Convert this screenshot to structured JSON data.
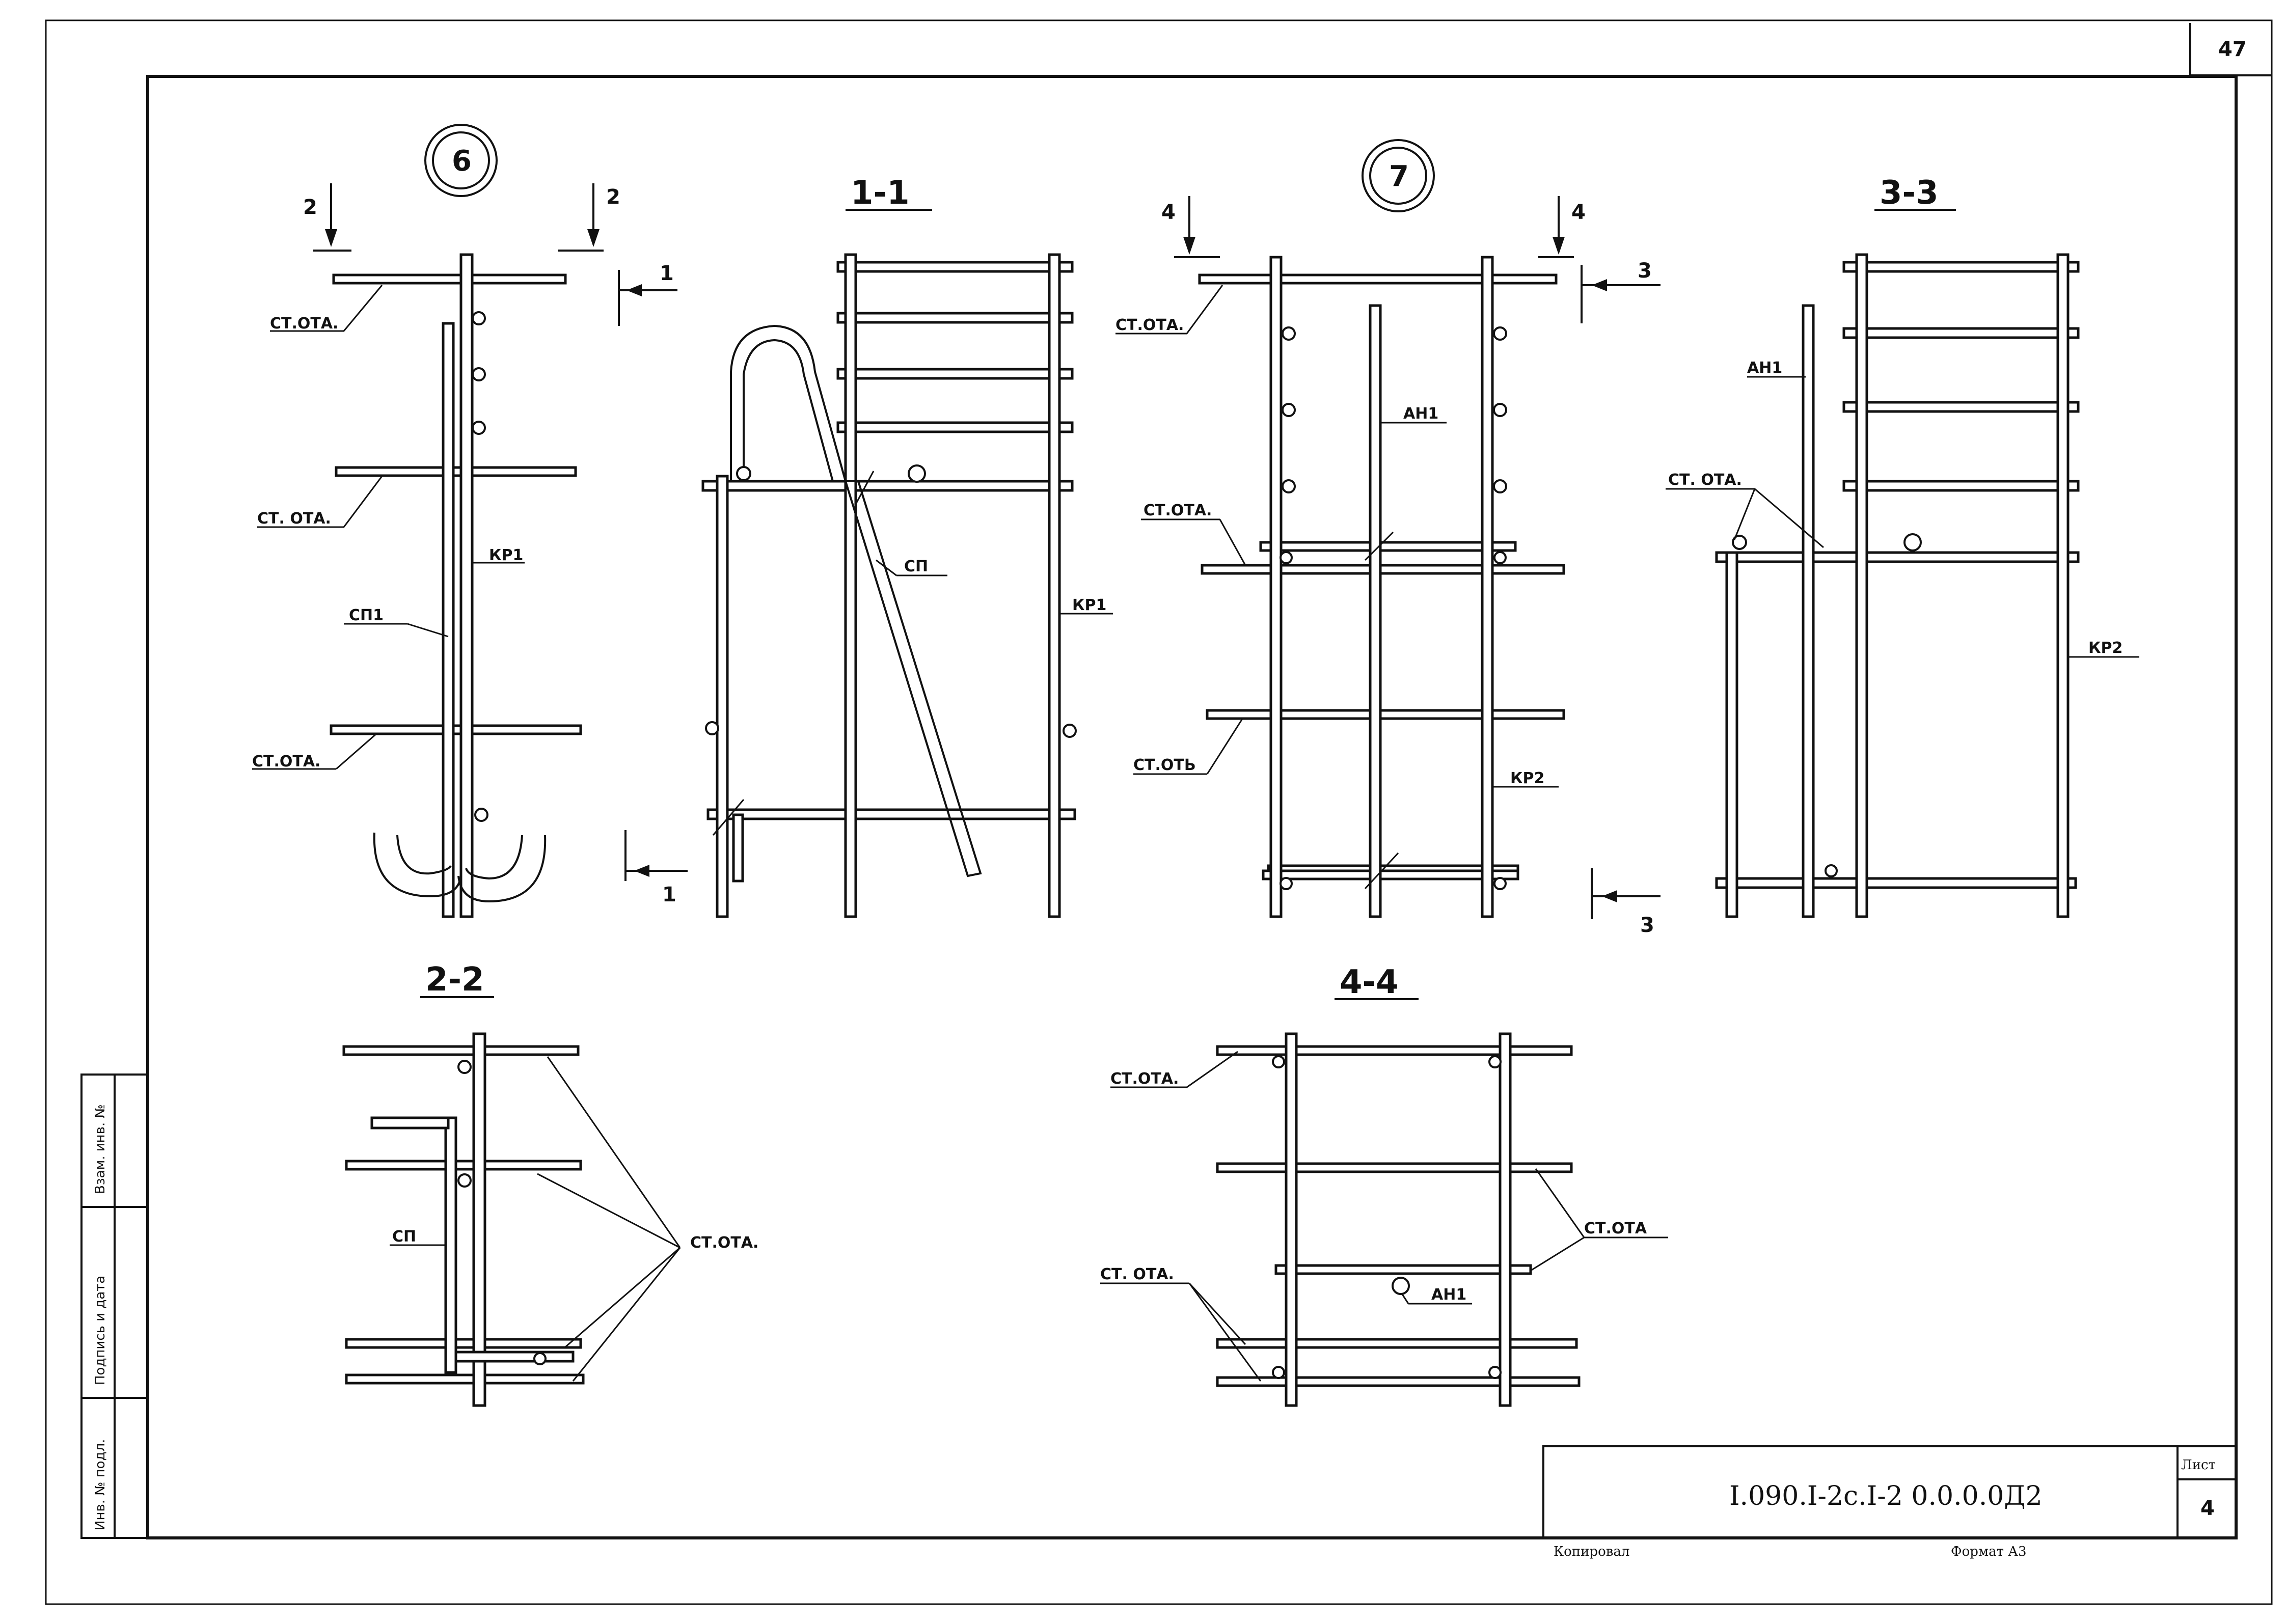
{
  "sheet_corner_number": "47",
  "details": {
    "d6": "6",
    "d7": "7"
  },
  "sections": {
    "s11": "1-1",
    "s22": "2-2",
    "s33": "3-3",
    "s44": "4-4"
  },
  "cut_marks": {
    "c1": "1",
    "c2": "2",
    "c3": "3",
    "c4": "4"
  },
  "labels": {
    "st_ota": "СТ.ОТА.",
    "st_ota_sp": "СТ. ОТА.",
    "st_ota_plain": "СТ.ОТА",
    "st_ota_low": "СТ.ОТЬ",
    "st_ota_partial": "СТ. ОТА.",
    "kr1": "КР1",
    "kr2": "КР2",
    "sp1": "СП1",
    "sp": "СП",
    "an1": "АН1"
  },
  "side_stamp": {
    "inv_podl": "Инв. № подл.",
    "podpis_data": "Подпись и дата",
    "vzam_inv": "Взам. инв. №"
  },
  "title_block": {
    "doc_code": "I.090.I-2c.I-2 0.0.0.0Д2",
    "sheet_label": "Лист",
    "sheet_number": "4",
    "copied": "Копировал",
    "format": "Формат А3"
  }
}
